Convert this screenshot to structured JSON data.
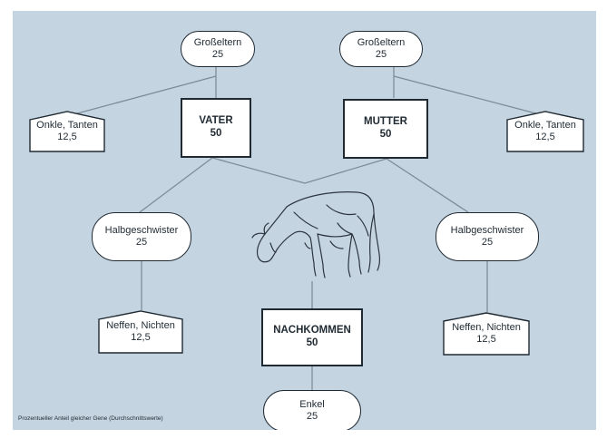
{
  "nodes": {
    "grosseltern_left": {
      "label": "Großeltern",
      "value": "25"
    },
    "grosseltern_right": {
      "label": "Großeltern",
      "value": "25"
    },
    "onkle_left": {
      "label": "Onkle, Tanten",
      "value": "12,5"
    },
    "onkle_right": {
      "label": "Onkle, Tanten",
      "value": "12,5"
    },
    "vater": {
      "label": "VATER",
      "value": "50"
    },
    "mutter": {
      "label": "MUTTER",
      "value": "50"
    },
    "halb_left": {
      "label": "Halbgeschwister",
      "value": "25"
    },
    "halb_right": {
      "label": "Halbgeschwister",
      "value": "25"
    },
    "neffen_left": {
      "label": "Neffen, Nichten",
      "value": "12,5"
    },
    "neffen_right": {
      "label": "Neffen, Nichten",
      "value": "12,5"
    },
    "nachkommen": {
      "label": "NACHKOMMEN",
      "value": "50"
    },
    "enkel": {
      "label": "Enkel",
      "value": "25"
    }
  },
  "footnote": "Prozentueller Anteil gleicher Gene (Durchschnittswerte)",
  "colors": {
    "background": "#c5d4e1",
    "line": "#7d8c99",
    "border": "#1f2a33",
    "node_fill": "#ffffff"
  },
  "icons": {
    "illustration": "cow-icon"
  }
}
